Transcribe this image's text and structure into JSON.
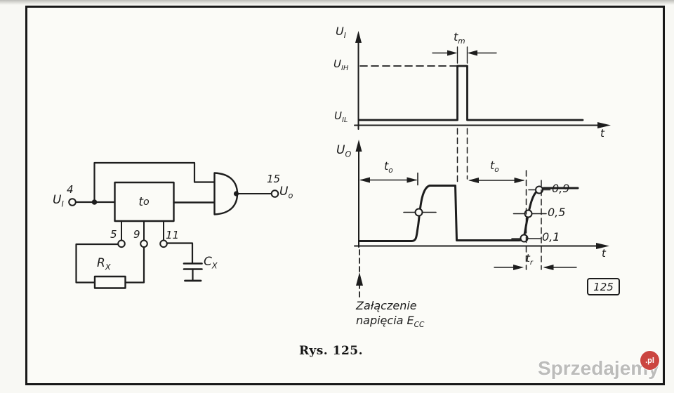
{
  "figure": {
    "caption": "Rys. 125.",
    "tag": "125"
  },
  "watermark": {
    "text": "Sprzedajemy",
    "badge": ".pl",
    "accent_color": "#cb4540"
  },
  "circuit": {
    "input_voltage": {
      "base": "U",
      "sub": "I"
    },
    "pin_input": "4",
    "block": {
      "base": "t",
      "sub": "o"
    },
    "pin_output": "15",
    "output_voltage": {
      "base": "U",
      "sub": "o"
    },
    "pin_a": "5",
    "pin_b": "9",
    "pin_c": "11",
    "resistor": {
      "base": "R",
      "sub": "X"
    },
    "capacitor": {
      "base": "C",
      "sub": "X"
    }
  },
  "input_plot": {
    "y_axis": {
      "base": "U",
      "sub": "I"
    },
    "level_high": {
      "base": "U",
      "sub": "IH"
    },
    "level_low": {
      "base": "U",
      "sub": "IL"
    },
    "pulse_width": {
      "base": "t",
      "sub": "m"
    },
    "x_axis": "t"
  },
  "output_plot": {
    "y_axis": {
      "base": "U",
      "sub": "O"
    },
    "delay_left": {
      "base": "t",
      "sub": "o"
    },
    "delay_right": {
      "base": "t",
      "sub": "o"
    },
    "level_09": "0,9",
    "level_05": "0,5",
    "level_01": "0,1",
    "rise_time": {
      "base": "t",
      "sub": "r"
    },
    "x_axis": "t",
    "power_on_line1": "Załączenie",
    "power_on_line2": "napięcia",
    "power_on_symbol": {
      "base": "E",
      "sub": "CC"
    }
  }
}
